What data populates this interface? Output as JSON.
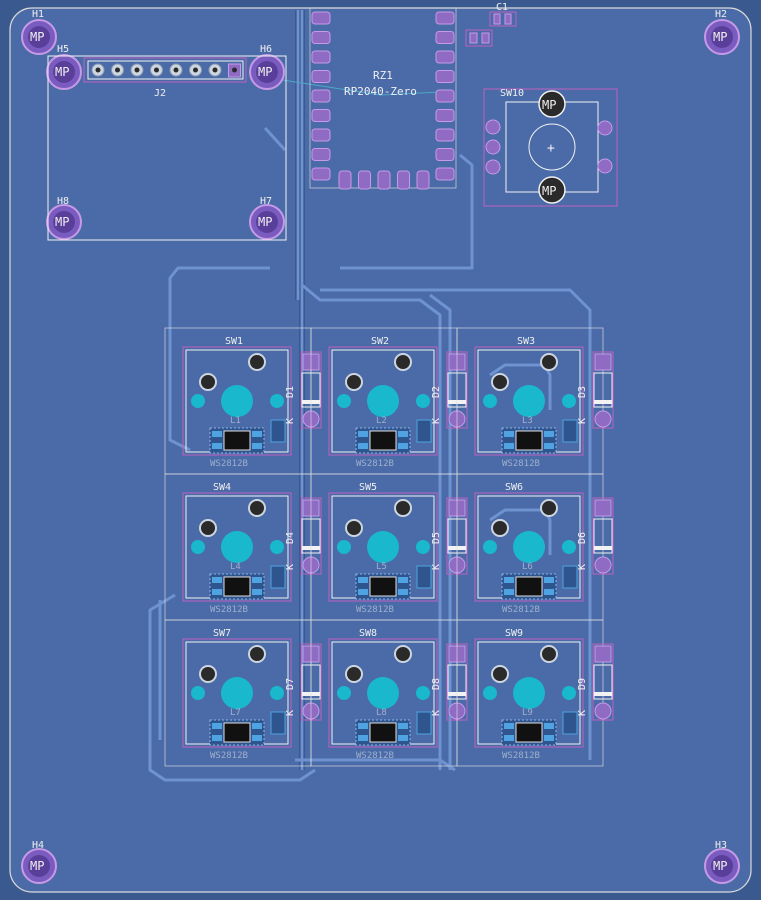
{
  "board": {
    "colors": {
      "background": "#3a5a8f",
      "copper": "#4a6ba8",
      "pad": "#8f6bc4",
      "silkscreen": "#f2f2f2",
      "fab": "#c060c0",
      "keyhole": "#19b8cc"
    }
  },
  "mounting_holes": [
    {
      "ref": "H1",
      "pad": "MP"
    },
    {
      "ref": "H2",
      "pad": "MP"
    },
    {
      "ref": "H3",
      "pad": "MP"
    },
    {
      "ref": "H4",
      "pad": "MP"
    },
    {
      "ref": "H5",
      "pad": "MP"
    },
    {
      "ref": "H6",
      "pad": "MP"
    },
    {
      "ref": "H7",
      "pad": "MP"
    },
    {
      "ref": "H8",
      "pad": "MP"
    }
  ],
  "components": {
    "connector": {
      "ref": "J2"
    },
    "mcu": {
      "ref": "RZ1",
      "value": "RP2040-Zero"
    },
    "capacitor": {
      "ref": "C1"
    },
    "encoder": {
      "ref": "SW10",
      "pad_top": "MP",
      "pad_bottom": "MP",
      "center": "+"
    }
  },
  "keys": [
    {
      "switch": "SW1",
      "diode": "D1",
      "led": "L1",
      "led_part": "WS2812B",
      "cathode": "K"
    },
    {
      "switch": "SW2",
      "diode": "D2",
      "led": "L2",
      "led_part": "WS2812B",
      "cathode": "K"
    },
    {
      "switch": "SW3",
      "diode": "D3",
      "led": "L3",
      "led_part": "WS2812B",
      "cathode": "K"
    },
    {
      "switch": "SW4",
      "diode": "D4",
      "led": "L4",
      "led_part": "WS2812B",
      "cathode": "K"
    },
    {
      "switch": "SW5",
      "diode": "D5",
      "led": "L5",
      "led_part": "WS2812B",
      "cathode": "K"
    },
    {
      "switch": "SW6",
      "diode": "D6",
      "led": "L6",
      "led_part": "WS2812B",
      "cathode": "K"
    },
    {
      "switch": "SW7",
      "diode": "D7",
      "led": "L7",
      "led_part": "WS2812B",
      "cathode": "K"
    },
    {
      "switch": "SW8",
      "diode": "D8",
      "led": "L8",
      "led_part": "WS2812B",
      "cathode": "K"
    },
    {
      "switch": "SW9",
      "diode": "D9",
      "led": "L9",
      "led_part": "WS2812B",
      "cathode": "K"
    }
  ]
}
